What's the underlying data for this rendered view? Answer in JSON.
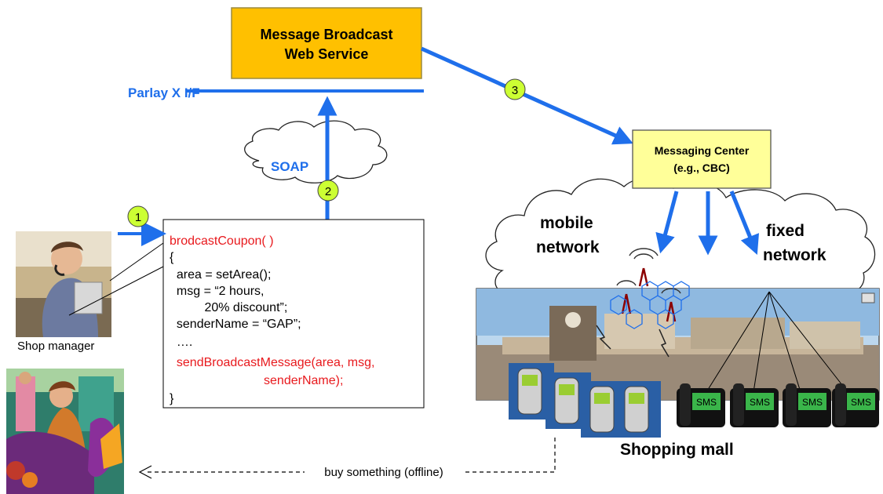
{
  "broadcast_service": {
    "line1": "Message Broadcast",
    "line2": "Web Service"
  },
  "interface_label": "Parlay X I/F",
  "protocol_label": "SOAP",
  "messaging_center": {
    "line1": "Messaging Center",
    "line2": "(e.g., CBC)"
  },
  "steps": [
    "1",
    "2",
    "3"
  ],
  "networks": {
    "mobile": {
      "line1": "mobile",
      "line2": "network"
    },
    "fixed": {
      "line1": "fixed",
      "line2": "network"
    }
  },
  "shop_manager_label": "Shop manager",
  "mall_label": "Shopping mall",
  "buy_label": "buy something (offline)",
  "sms_label": "SMS",
  "code_lines": [
    "brodcastCoupon( )",
    "{",
    "  area = setArea();",
    "  msg = “2 hours,",
    "          20% discount”;",
    "  senderName = “GAP”;",
    "  ….",
    "  sendBroadcastMessage(area, msg,",
    "                           senderName);",
    "}"
  ],
  "colors": {
    "accent_blue": "#1f6feb",
    "code_red": "#e8191d",
    "service_box": "#ffc000",
    "center_box": "#ffff99",
    "step_marker": "#ccff33"
  }
}
